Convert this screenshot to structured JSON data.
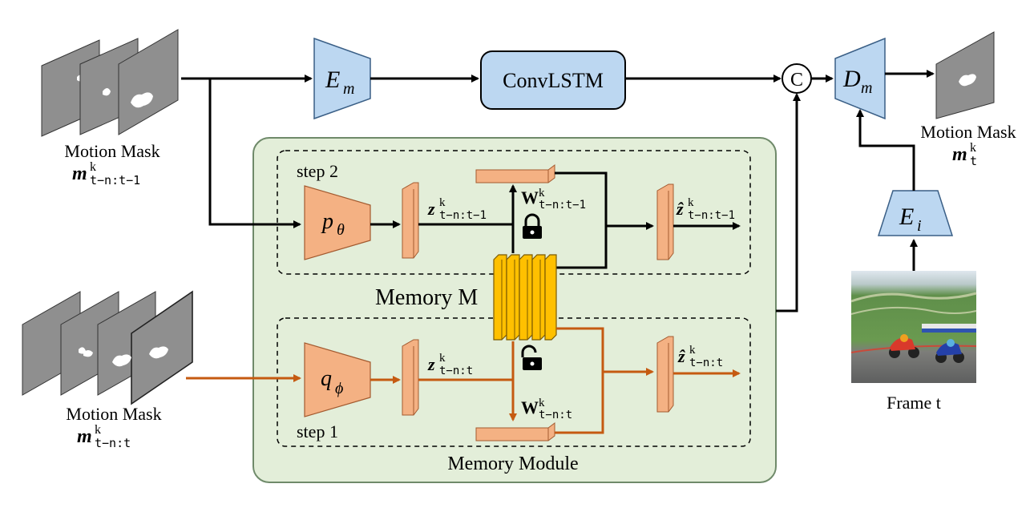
{
  "colors": {
    "blue_fill": "#bcd7f1",
    "blue_stroke": "#3a5f86",
    "module_bg": "#e3eed9",
    "module_stroke": "#6f8a6a",
    "peach": "#f4b183",
    "peach_stroke": "#a35a2f",
    "memory_yellow": "#ffc000",
    "orange_arrow": "#c55a11",
    "mask_gray": "#8f8f8f"
  },
  "top": {
    "encoder": {
      "main": "E",
      "sub": "m"
    },
    "convlstm": "ConvLSTM",
    "concat": "C",
    "decoder": {
      "main": "D",
      "sub": "m"
    },
    "image_encoder": {
      "main": "E",
      "sub": "i"
    }
  },
  "inputs": {
    "mask_past_caption": "Motion Mask",
    "mask_past_symbol": {
      "main": "m",
      "sup": "k",
      "sub": "t−n:t−1"
    },
    "mask_full_caption": "Motion Mask",
    "mask_full_symbol": {
      "main": "m",
      "sup": "k",
      "sub": "t−n:t"
    }
  },
  "outputs": {
    "mask_out_caption": "Motion Mask",
    "mask_out_symbol": {
      "main": "m",
      "sup": "k",
      "sub": "t"
    },
    "frame_caption": "Frame t"
  },
  "module": {
    "title": "Memory Module",
    "memory_label": "Memory M",
    "step2_label": "step 2",
    "step1_label": "step 1",
    "p_theta": {
      "main": "p",
      "sub": "θ"
    },
    "q_phi": {
      "main": "q",
      "sub": "ϕ"
    },
    "z_past": {
      "main": "z",
      "sup": "k",
      "sub": "t−n:t−1"
    },
    "z_full": {
      "main": "z",
      "sup": "k",
      "sub": "t−n:t"
    },
    "w_past": {
      "main": "W",
      "sup": "k",
      "sub": "t−n:t−1"
    },
    "w_full": {
      "main": "W",
      "sup": "k",
      "sub": "t−n:t"
    },
    "zhat_past": {
      "main": "ẑ",
      "sup": "k",
      "sub": "t−n:t−1"
    },
    "zhat_full": {
      "main": "ẑ",
      "sup": "k",
      "sub": "t−n:t"
    }
  }
}
